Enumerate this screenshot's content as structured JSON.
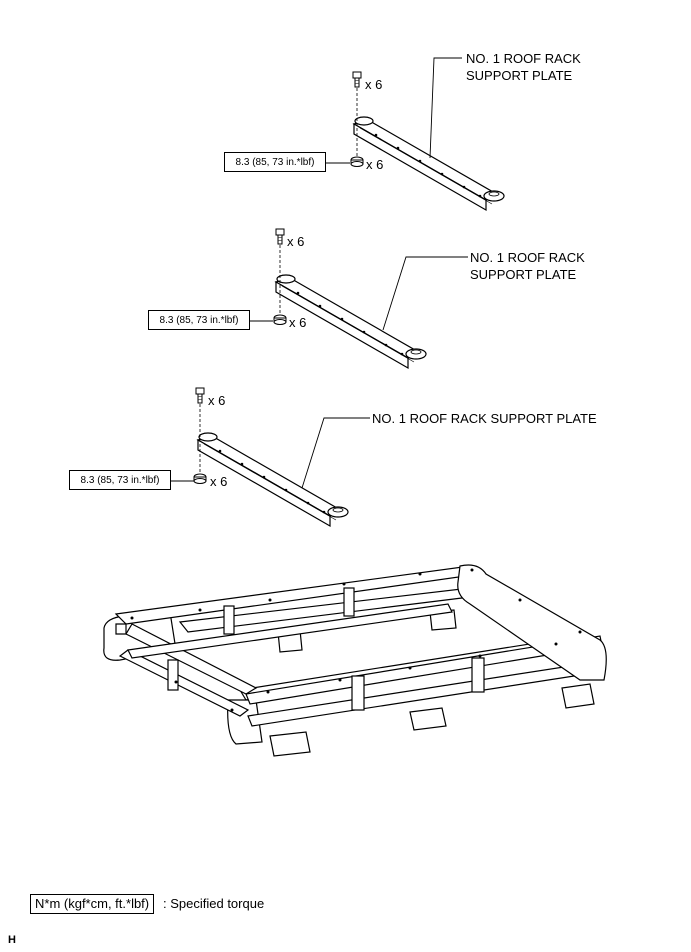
{
  "plates": [
    {
      "label": "NO. 1 ROOF RACK\nSUPPORT PLATE",
      "bolt_count": "x 6",
      "nut_count": "x 6",
      "torque": "8.3 (85, 73 in.*lbf)"
    },
    {
      "label": "NO. 1 ROOF RACK\nSUPPORT PLATE",
      "bolt_count": "x 6",
      "nut_count": "x 6",
      "torque": "8.3 (85, 73 in.*lbf)"
    },
    {
      "label": "NO. 1 ROOF RACK SUPPORT PLATE",
      "bolt_count": "x 6",
      "nut_count": "x 6",
      "torque": "8.3 (85, 73 in.*lbf)"
    }
  ],
  "legend": {
    "unit_box": "N*m (kgf*cm, ft.*lbf)",
    "description": ": Specified torque"
  },
  "figure_id": "H"
}
